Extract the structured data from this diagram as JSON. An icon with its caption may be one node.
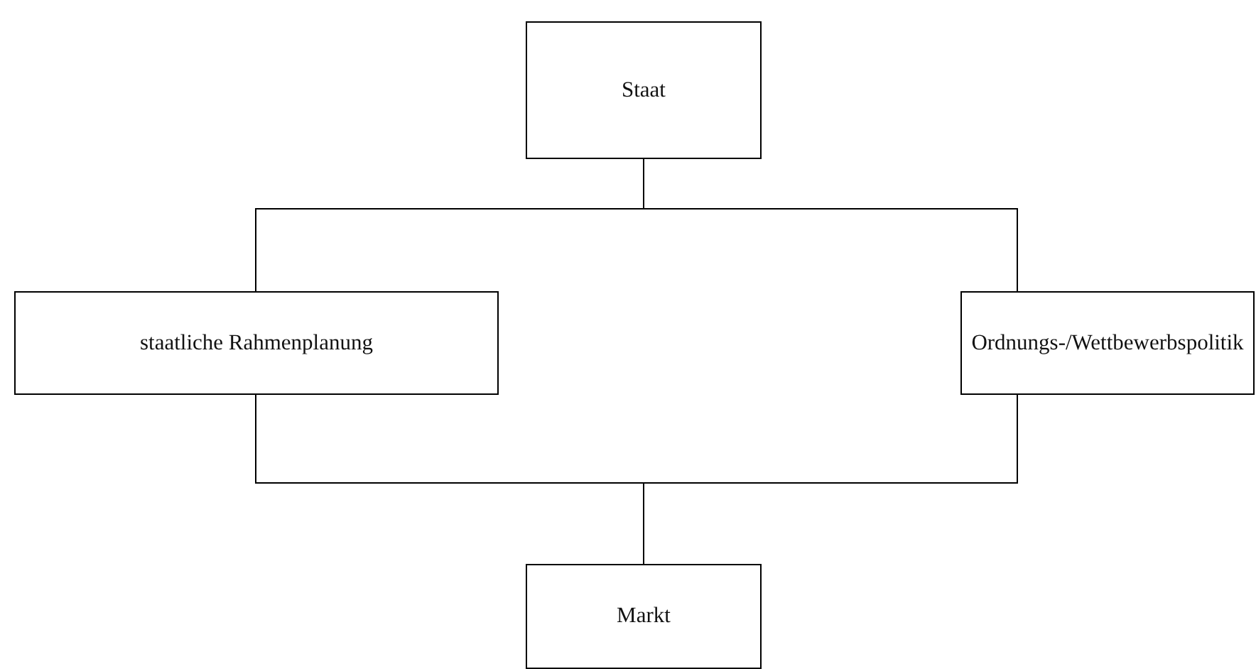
{
  "diagram": {
    "nodes": [
      {
        "text": [
          "Staat"
        ]
      },
      {
        "text": [
          "staatliche Rahmenplanung"
        ]
      },
      {
        "text": [
          "Ordnungs-/Wettbewerbspolitik"
        ]
      },
      {
        "text": [
          "Markt"
        ]
      }
    ],
    "edges": [
      {
        "from": 0,
        "to": 1,
        "arrow": "none"
      },
      {
        "from": 0,
        "to": 2,
        "arrow": "none"
      },
      {
        "from": 1,
        "to": 3,
        "arrow": "none"
      },
      {
        "from": 2,
        "to": 3,
        "arrow": "none"
      }
    ]
  }
}
